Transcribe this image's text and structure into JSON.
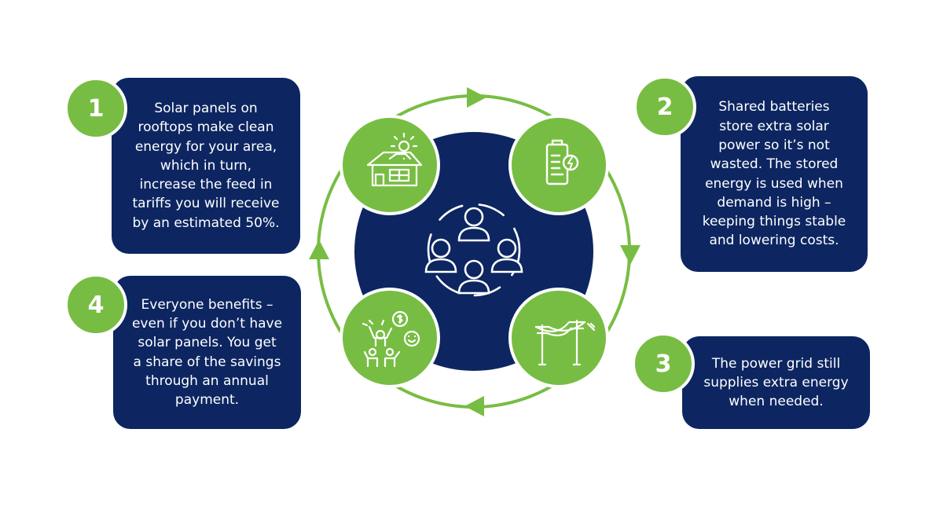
{
  "colors": {
    "navy": "#0d2661",
    "green": "#78bd43",
    "white": "#ffffff"
  },
  "steps": [
    {
      "number": "1",
      "text": "Solar panels on\nrooftops make clean\nenergy for your area,\nwhich in turn,\nincrease the feed in\ntariffs you will receive\nby an estimated 50%.",
      "icon": "house-solar-icon"
    },
    {
      "number": "2",
      "text": "Shared batteries\nstore extra solar\npower so it’s not\nwasted. The stored\nenergy is used when\ndemand is high –\nkeeping things stable\nand lowering costs.",
      "icon": "battery-charging-icon"
    },
    {
      "number": "3",
      "text": "The power grid still\nsupplies extra energy\nwhen needed.",
      "icon": "power-lines-icon"
    },
    {
      "number": "4",
      "text": "Everyone benefits –\neven if you don’t have\nsolar panels. You get\na share of the savings\nthrough an annual\npayment.",
      "icon": "people-savings-icon"
    }
  ],
  "center_icon": "community-people-icon"
}
